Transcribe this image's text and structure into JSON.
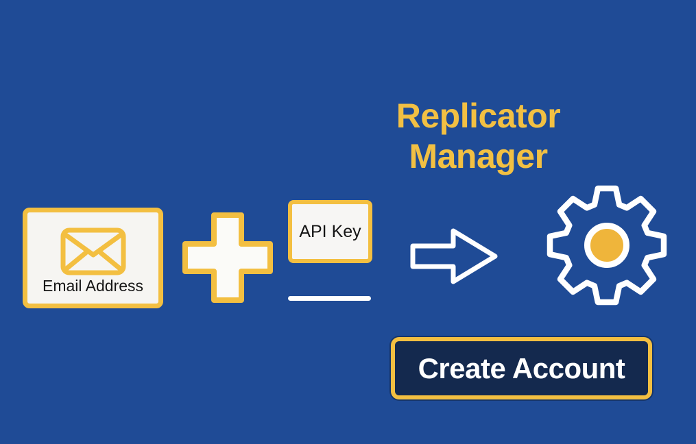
{
  "title": {
    "line1": "Replicator",
    "line2": "Manager",
    "color": "#f2c043"
  },
  "flow": {
    "email_box": {
      "label": "Email Address",
      "icon": "envelope-icon",
      "border_color": "#f3bf41",
      "fill_color": "#f6f5f2"
    },
    "plus": {
      "icon": "plus-icon"
    },
    "api_box": {
      "label": "API Key",
      "border_color": "#f3bf41",
      "fill_color": "#f7f6f4"
    },
    "arrow": {
      "icon": "arrow-right-icon",
      "color": "#ffffff"
    },
    "gear": {
      "icon": "gear-icon",
      "outline_color": "#ffffff",
      "center_color": "#efb53b"
    }
  },
  "button": {
    "label": "Create Account",
    "background": "#14294e",
    "border_color": "#f3bf41",
    "text_color": "#ffffff"
  },
  "background_color": "#1f4b96"
}
